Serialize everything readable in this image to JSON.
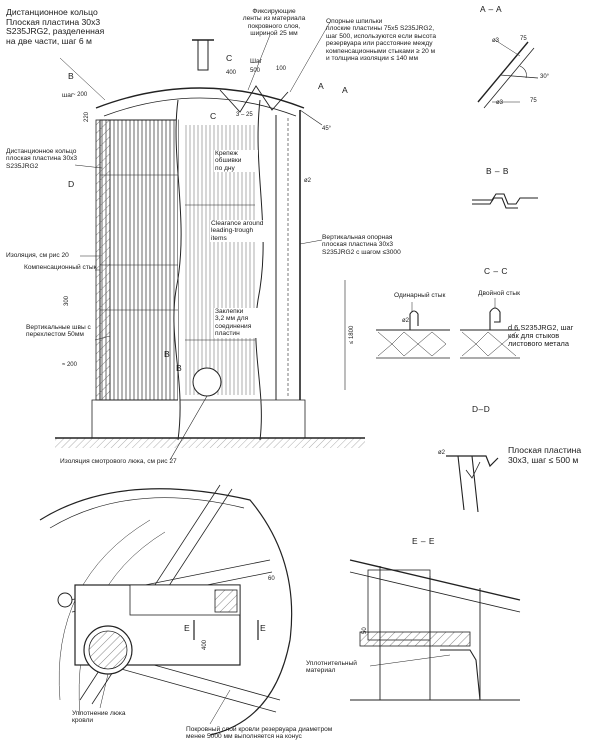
{
  "labels": {
    "spacer_ring_top": "Дистанционное кольцо\nПлоская пластина 30x3\nS235JRG2, разделенная\nна две части, шаг 6 м",
    "fixing_tapes": "Фиксирующие\nленты из материала\nпокровного слоя,\nшириной 25 мм",
    "support_studs": "Опорные шпильки\nплоские пластины 75x5 S235JRG2,\nшаг 500, используются если высота\nрезервуара или расстояние между\nкомпенсационными стыками ≥ 20 м\nи толщина изоляции ≤ 140 мм",
    "step_top": "Шаг",
    "step_left": "шаг",
    "spacer_ring_mid": "Дистанционное кольцо\nплоская пластина 30x3\nS235JRG2",
    "cladding_fastening": "Крепеж\nобшивки\nпо дну",
    "clearance": "Clearance around\nleading-trough\nitems",
    "vertical_support": "Вертикальная опорная\nплоская пластина 30x3\nS235JRG2 с шагом ≤3000",
    "insulation_ref": "Изоляция, см рис 20",
    "expansion_joint": "Компенсационный стык",
    "rivets": "Заклепки\n3,2 мм для\nсоединения\nпластин",
    "vertical_seams": "Вертикальные швы с\nперехлестом 50мм",
    "manhole_insulation": "Изоляция смотрового люка, см рис 27",
    "single_joint": "Одинарный стык",
    "double_joint": "Двойной стык",
    "joint_note": "d 6 S235JRG2, шаг\nкак для стыков\nлистового метала",
    "flat_plate_dd": "Плоская пластина\n30x3, шаг ≤ 500 м",
    "sealing_material": "Уплотнительный\nматериал",
    "roof_hatch_seal": "Уплотнение люка\nкровли",
    "roof_cover_note": "Покровный слой кровли резервуара диаметром\nменее 5000 мм выполняется на конус"
  },
  "sections": {
    "aa": "A – A",
    "bb": "B – B",
    "cc": "C – C",
    "dd": "D–D",
    "ee": "E – E"
  },
  "markers": {
    "a": "A",
    "b": "B",
    "c": "C",
    "d": "D",
    "e": "E"
  },
  "dimensions": {
    "d400": "400",
    "d500": "500",
    "d100": "100",
    "d200": "~ 200",
    "d220": "220",
    "d3_25": "3 – 25",
    "d45": "45°",
    "d30": "30°",
    "d75a": "75",
    "d75b": "75",
    "d3a": "ø3",
    "d3b": "ø3",
    "d2a": "ø2",
    "d2b": "ø2",
    "d2c": "ø2",
    "d1800": "≤ 1800",
    "d300": "300",
    "d200b": "≈ 200",
    "d50": "50",
    "d60": "60",
    "d400b": "400"
  }
}
